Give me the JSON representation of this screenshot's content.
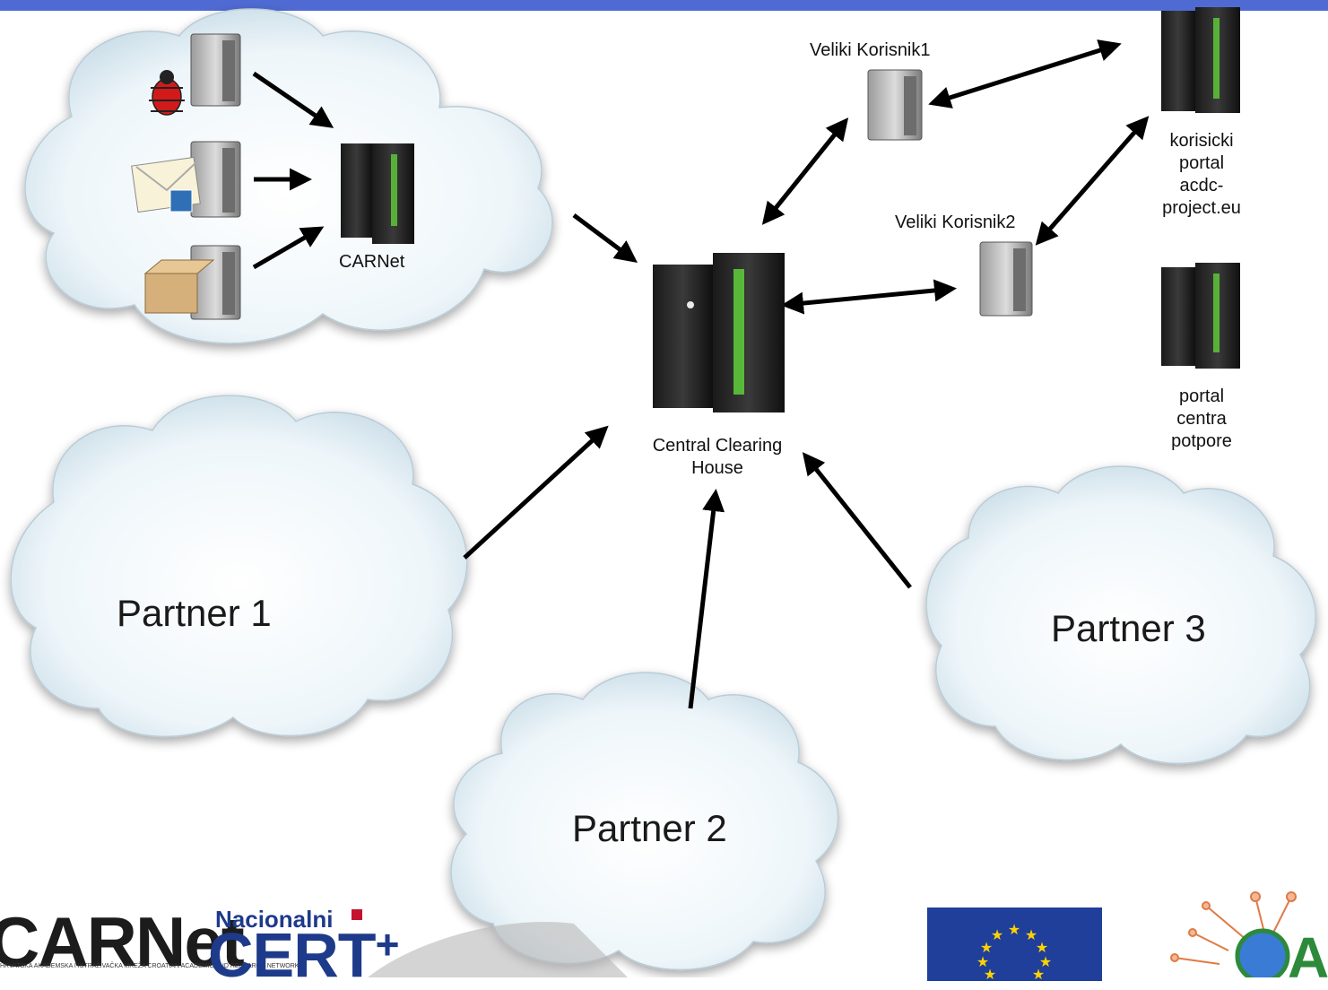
{
  "colors": {
    "topbar": "#4f6bd3",
    "arrow": "#000000",
    "cloud_fill": "#eaf4f9",
    "server_body": "#2a2a2a",
    "server_light": "#5fcf3a",
    "eu_blue": "#1f3f9a",
    "eu_star": "#ffd200",
    "cert_blue": "#1e3a8a",
    "cert_red": "#c4122f"
  },
  "nodes": {
    "carnet": "CARNet",
    "cch": "Central Clearing House",
    "vk1": "Veliki Korisnik1",
    "vk2": "Veliki Korisnik2",
    "portal_korisnicki": [
      "korisicki",
      "portal",
      "acdc-",
      "project.eu"
    ],
    "portal_centra": [
      "portal",
      "centra",
      "potpore"
    ]
  },
  "clouds": {
    "p1": "Partner 1",
    "p2": "Partner 2",
    "p3": "Partner 3"
  },
  "icons": {
    "bug": "bug-icon",
    "mail": "mail-icon",
    "package": "package-icon"
  },
  "logos": {
    "carnet_word": "CARNet",
    "carnet_sub": "HRVATSKA AKADEMSKA I ISTRAŽIVAČKA MREŽA CROATIAN ACADEMIC AND RESEARCH NETWORK",
    "cert_top": "Nacionalni",
    "cert_main": "CERT",
    "acdc": "AC"
  }
}
